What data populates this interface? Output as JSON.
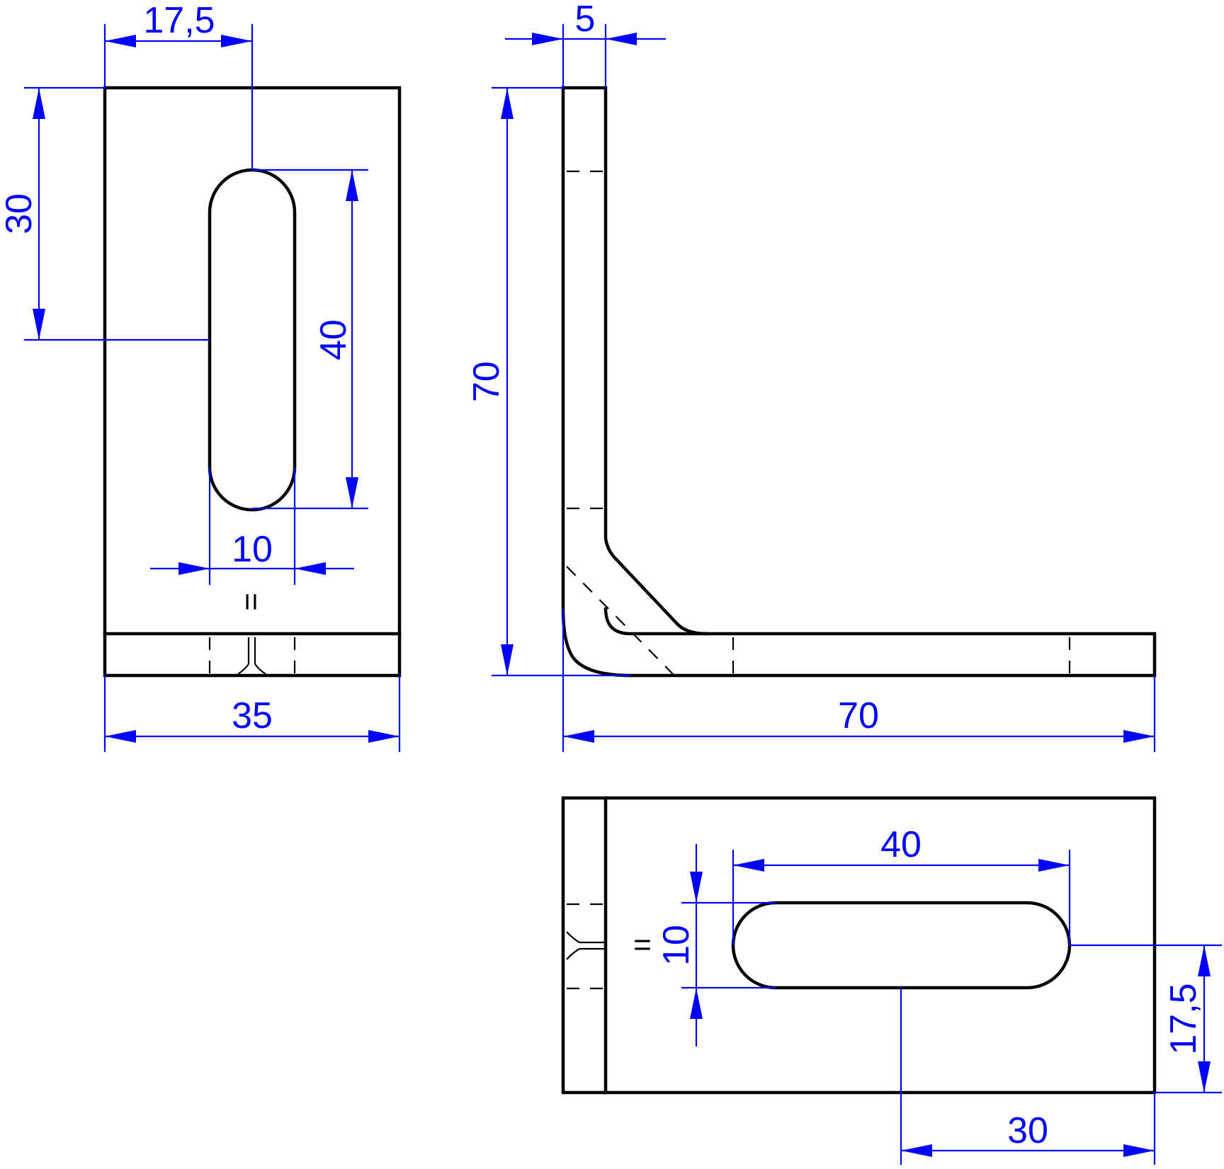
{
  "colors": {
    "object": "#000000",
    "dimension": "#0000ff",
    "background": "#ffffff"
  },
  "dimensions": {
    "front_slot_offset_horizontal": "17,5",
    "front_slot_offset_vertical": "30",
    "front_slot_length": "40",
    "front_slot_width": "10",
    "front_width": "35",
    "side_thickness": "5",
    "side_height": "70",
    "side_length": "70",
    "top_slot_length": "40",
    "top_slot_width": "10",
    "top_slot_offset_side": "17,5",
    "top_slot_offset_end": "30"
  },
  "symbols": {
    "equal_mark": "="
  }
}
